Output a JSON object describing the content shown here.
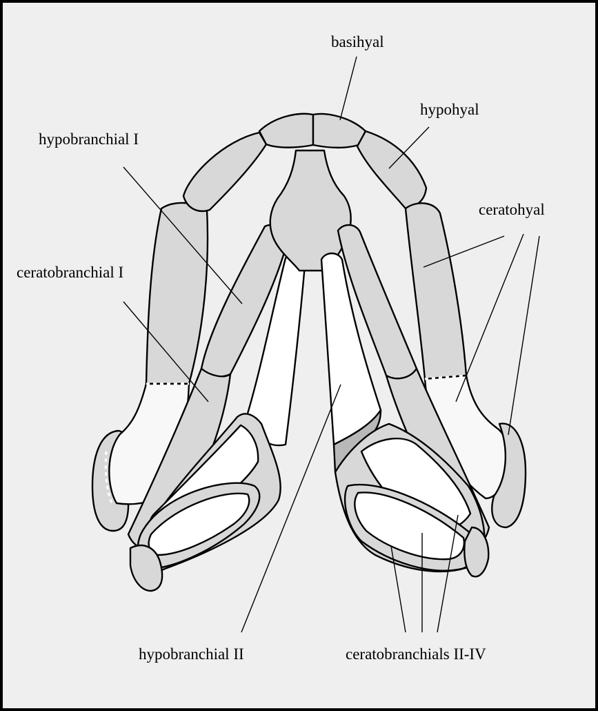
{
  "labels": {
    "basihyal": "basihyal",
    "hypohyal": "hypohyal",
    "hypobranchial_1": "hypobranchial I",
    "ceratohyal": "ceratohyal",
    "ceratobranchial_1": "ceratobranchial I",
    "hypobranchial_2": "hypobranchial II",
    "ceratobranchials_2_4": "ceratobranchials II-IV"
  },
  "colors": {
    "background": "#efefef",
    "cartilage": "#d8d8d8",
    "bone": "#ffffff",
    "dark_cartilage": "#b8b8b8",
    "outline": "#000000"
  }
}
